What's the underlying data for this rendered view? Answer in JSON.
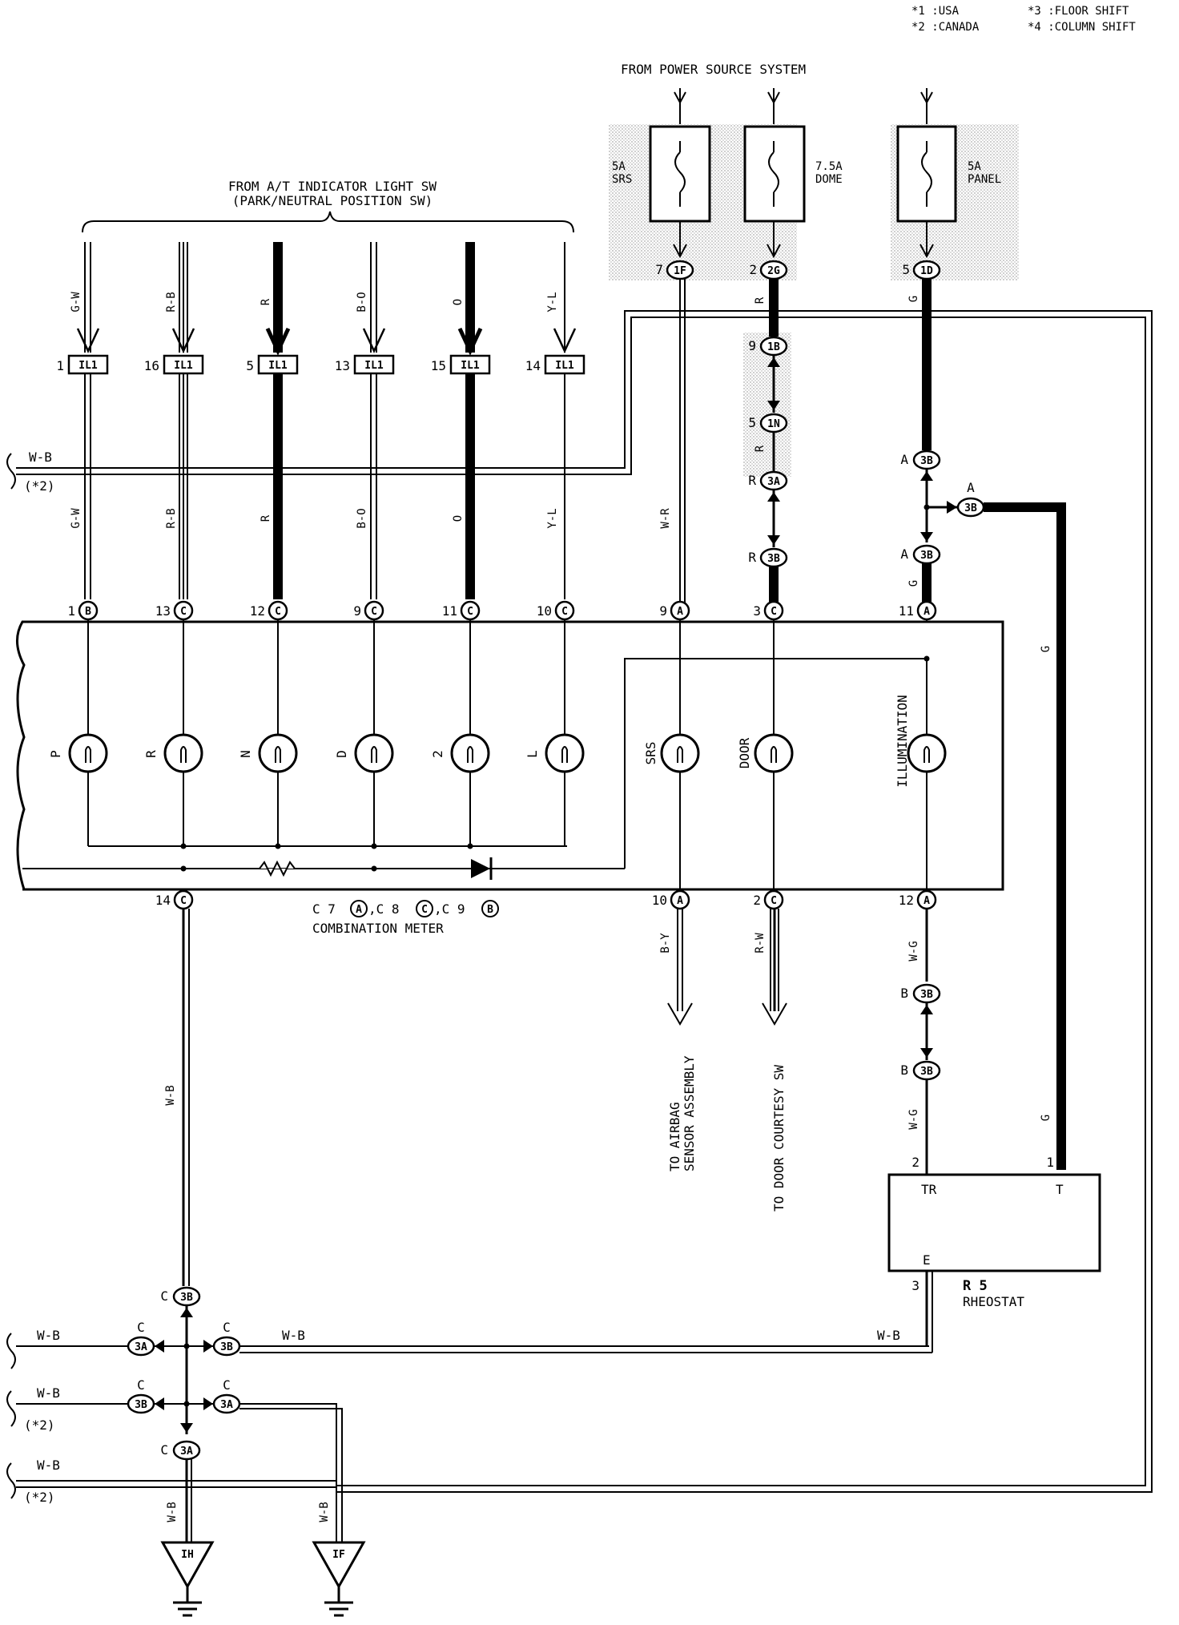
{
  "legend": {
    "l1": "*1 :USA",
    "l2": "*2 :CANADA",
    "l3": "*3 :FLOOR SHIFT",
    "l4": "*4 :COLUMN SHIFT"
  },
  "header": {
    "power_source": "FROM POWER SOURCE SYSTEM",
    "at_indicator_1": "FROM A/T INDICATOR LIGHT SW",
    "at_indicator_2": "(PARK/NEUTRAL POSITION SW)"
  },
  "fuses": [
    {
      "amp": "5A",
      "name": "SRS"
    },
    {
      "amp": "7.5A",
      "name": "DOME"
    },
    {
      "amp": "5A",
      "name": "PANEL"
    }
  ],
  "fuse_pins": [
    {
      "pin": "7",
      "conn": "1F"
    },
    {
      "pin": "2",
      "conn": "2G"
    },
    {
      "pin": "5",
      "conn": "1D"
    }
  ],
  "il1_pins": [
    {
      "pin": "1",
      "conn": "IL1",
      "wire": "G-W"
    },
    {
      "pin": "16",
      "conn": "IL1",
      "wire": "R-B"
    },
    {
      "pin": "5",
      "conn": "IL1",
      "wire": "R"
    },
    {
      "pin": "13",
      "conn": "IL1",
      "wire": "B-O"
    },
    {
      "pin": "15",
      "conn": "IL1",
      "wire": "O"
    },
    {
      "pin": "14",
      "conn": "IL1",
      "wire": "Y-L"
    }
  ],
  "left_wire": {
    "wire": "W-B",
    "note": "(*2)"
  },
  "dome_path": [
    {
      "wire": "R"
    },
    {
      "pin": "9",
      "conn": "1B"
    },
    {
      "pin": "5",
      "conn": "1N"
    },
    {
      "wire": "R"
    },
    {
      "pin": "R",
      "conn": "3A"
    },
    {
      "pin": "R",
      "conn": "3B"
    }
  ],
  "panel_path": {
    "wire_top": "G",
    "j1_pin": "A",
    "j1_conn": "3B",
    "branch_pin": "A",
    "branch_conn": "3B",
    "j2_pin": "A",
    "j2_conn": "3B",
    "wire_bottom": "G",
    "srs_wire": "W-R",
    "right_wire_1": "G",
    "right_wire_2": "G"
  },
  "meter_top_pins": [
    {
      "pin": "1",
      "conn": "B"
    },
    {
      "pin": "13",
      "conn": "C"
    },
    {
      "pin": "12",
      "conn": "C"
    },
    {
      "pin": "9",
      "conn": "C"
    },
    {
      "pin": "11",
      "conn": "C"
    },
    {
      "pin": "10",
      "conn": "C"
    },
    {
      "pin": "9",
      "conn": "A"
    },
    {
      "pin": "3",
      "conn": "C"
    },
    {
      "pin": "11",
      "conn": "A"
    }
  ],
  "lamps": [
    "P",
    "R",
    "N",
    "D",
    "2",
    "L",
    "SRS",
    "DOOR",
    "ILLUMINATION"
  ],
  "meter_bottom_pins": [
    {
      "pin": "14",
      "conn": "C"
    },
    {
      "pin": "10",
      "conn": "A"
    },
    {
      "pin": "2",
      "conn": "C"
    },
    {
      "pin": "12",
      "conn": "A"
    }
  ],
  "meter_label": {
    "codes_a": "C 7",
    "a": "A",
    "codes_b": ",C 8",
    "b": "C",
    "codes_c": ",C 9",
    "c": "B",
    "name": "COMBINATION METER"
  },
  "outputs": {
    "airbag_wire": "B-Y",
    "airbag_1": "TO AIRBAG",
    "airbag_2": "SENSOR ASSEMBLY",
    "door_wire": "R-W",
    "door": "TO DOOR COURTESY SW"
  },
  "illum_path": {
    "wire_1": "W-G",
    "j1_pin": "B",
    "j1_conn": "3B",
    "j2_pin": "B",
    "j2_conn": "3B",
    "wire_2": "W-G"
  },
  "rheostat": {
    "pin_tr": "2",
    "pin_t": "1",
    "pin_e": "3",
    "tr": "TR",
    "t": "T",
    "e": "E",
    "code": "R 5",
    "name": "RHEOSTAT",
    "wire_g": "G"
  },
  "ground_section": {
    "wire_main": "W-B",
    "j_top_pin": "C",
    "j_top_conn": "3B",
    "left1_pin": "C",
    "left1_conn": "3A",
    "right1_pin": "C",
    "right1_conn": "3B",
    "left2_pin": "C",
    "left2_conn": "3B",
    "right2_pin": "C",
    "right2_conn": "3A",
    "j_bot_pin": "C",
    "j_bot_conn": "3A",
    "row1_wire": "W-B",
    "row1_mid": "W-B",
    "row1_right": "W-B",
    "row2_wire": "W-B",
    "row2_note": "(*2)",
    "row3_wire": "W-B",
    "row3_note": "(*2)",
    "gnd_wire_1": "W-B",
    "gnd_wire_2": "W-B",
    "ground_1": "IH",
    "ground_2": "IF"
  }
}
